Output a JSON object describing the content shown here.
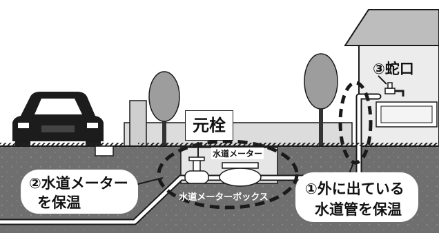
{
  "labels": {
    "main_valve": "元栓",
    "meter": "水道メーター",
    "meter_box": "水道メーターボックス",
    "faucet": "③蛇口",
    "insulate_meter_line1": "②水道メーター",
    "insulate_meter_line2": "を保温",
    "insulate_pipe_line1": "①外に出ている",
    "insulate_pipe_line2": "水道管を保温"
  },
  "colors": {
    "sky": "#ffffff",
    "ground": "#6e6e6e",
    "ground_light": "#8a8a8a",
    "line": "#1a1a1a",
    "house_wall": "#e9e9e9",
    "fence": "#d9d9d9",
    "tree": "#9a9a9a"
  },
  "icons": [
    "car-icon",
    "tree-icon",
    "house-icon",
    "faucet-icon",
    "valve-icon",
    "water-meter-icon"
  ]
}
